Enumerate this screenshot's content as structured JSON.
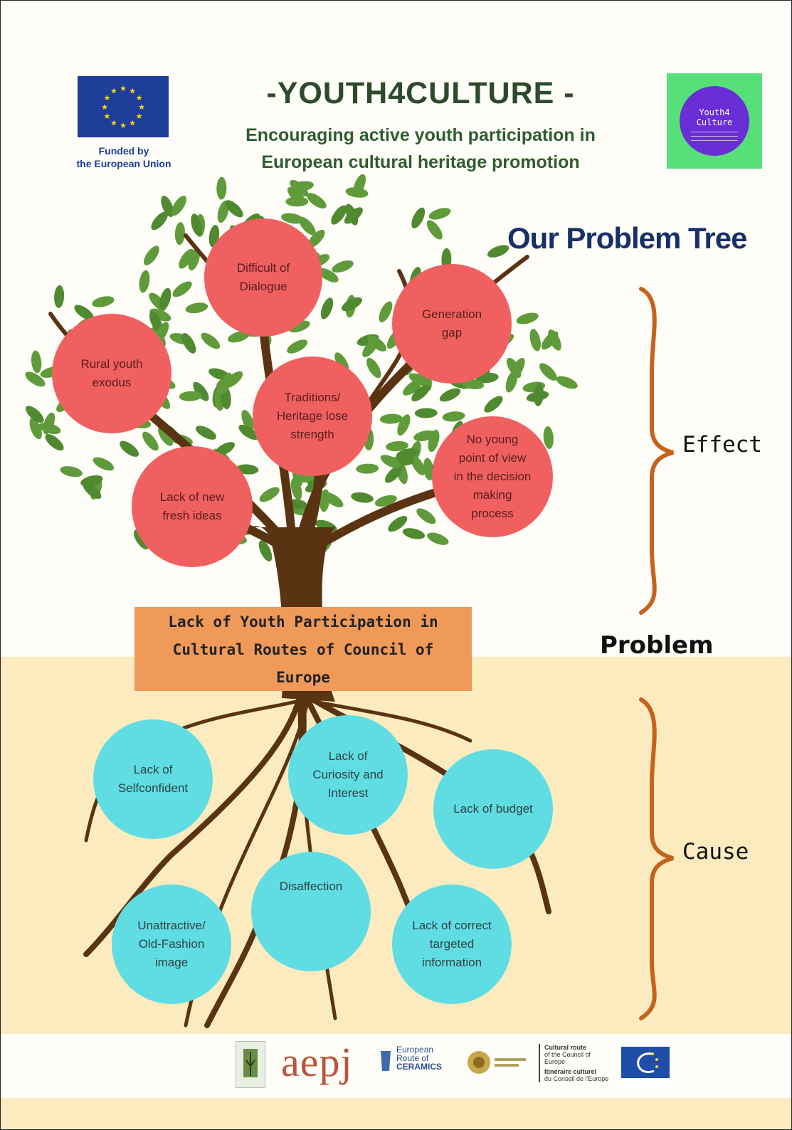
{
  "header": {
    "eu_caption": [
      "Funded by",
      "the European Union"
    ],
    "title": "-YOUTH4CULTURE -",
    "subtitle": [
      "Encouraging active youth participation in",
      "European cultural heritage promotion"
    ],
    "y4c_logo_text": "Youth4\nCulture"
  },
  "diagram": {
    "title": "Our Problem  Tree",
    "effects": [
      [
        "Difficult of",
        "Dialogue"
      ],
      [
        "Generation",
        "gap"
      ],
      [
        "Rural youth",
        "exodus"
      ],
      [
        "Traditions/",
        "Heritage lose",
        "strength"
      ],
      [
        "No young",
        "point of view",
        "in the decision",
        "making",
        "process"
      ],
      [
        "Lack of new",
        "fresh ideas"
      ]
    ],
    "problem": [
      "Lack of Youth Participation in",
      "Cultural Routes of Council of",
      "Europe"
    ],
    "causes": [
      [
        "Lack of",
        "Selfconfident"
      ],
      [
        "Lack of",
        "Curiosity and",
        "Interest"
      ],
      [
        "Lack of budget"
      ],
      [
        "Unattractive/",
        "Old-Fashion",
        "image"
      ],
      [
        "Disaffection"
      ],
      [
        "Lack of correct",
        "targeted",
        "information"
      ]
    ],
    "labels": {
      "effect": "Effect",
      "problem": "Problem",
      "cause": "Cause"
    }
  },
  "footer": {
    "logos": {
      "aepj": "aepj",
      "ceramics": [
        "European",
        "Route of",
        "CERAMICS"
      ],
      "cultural_route": [
        "Cultural route",
        "of the Council of Europe",
        "Itinéraire culturel",
        "du Conseil de l'Europe"
      ]
    }
  },
  "colors": {
    "effect_circle": "#f06060",
    "cause_circle": "#5fdde3",
    "problem_box": "#f09a5a",
    "trunk": "#5a3312",
    "leaves": "#5f9b3a",
    "bracket": "#c4641c",
    "title_blue": "#17306a"
  }
}
